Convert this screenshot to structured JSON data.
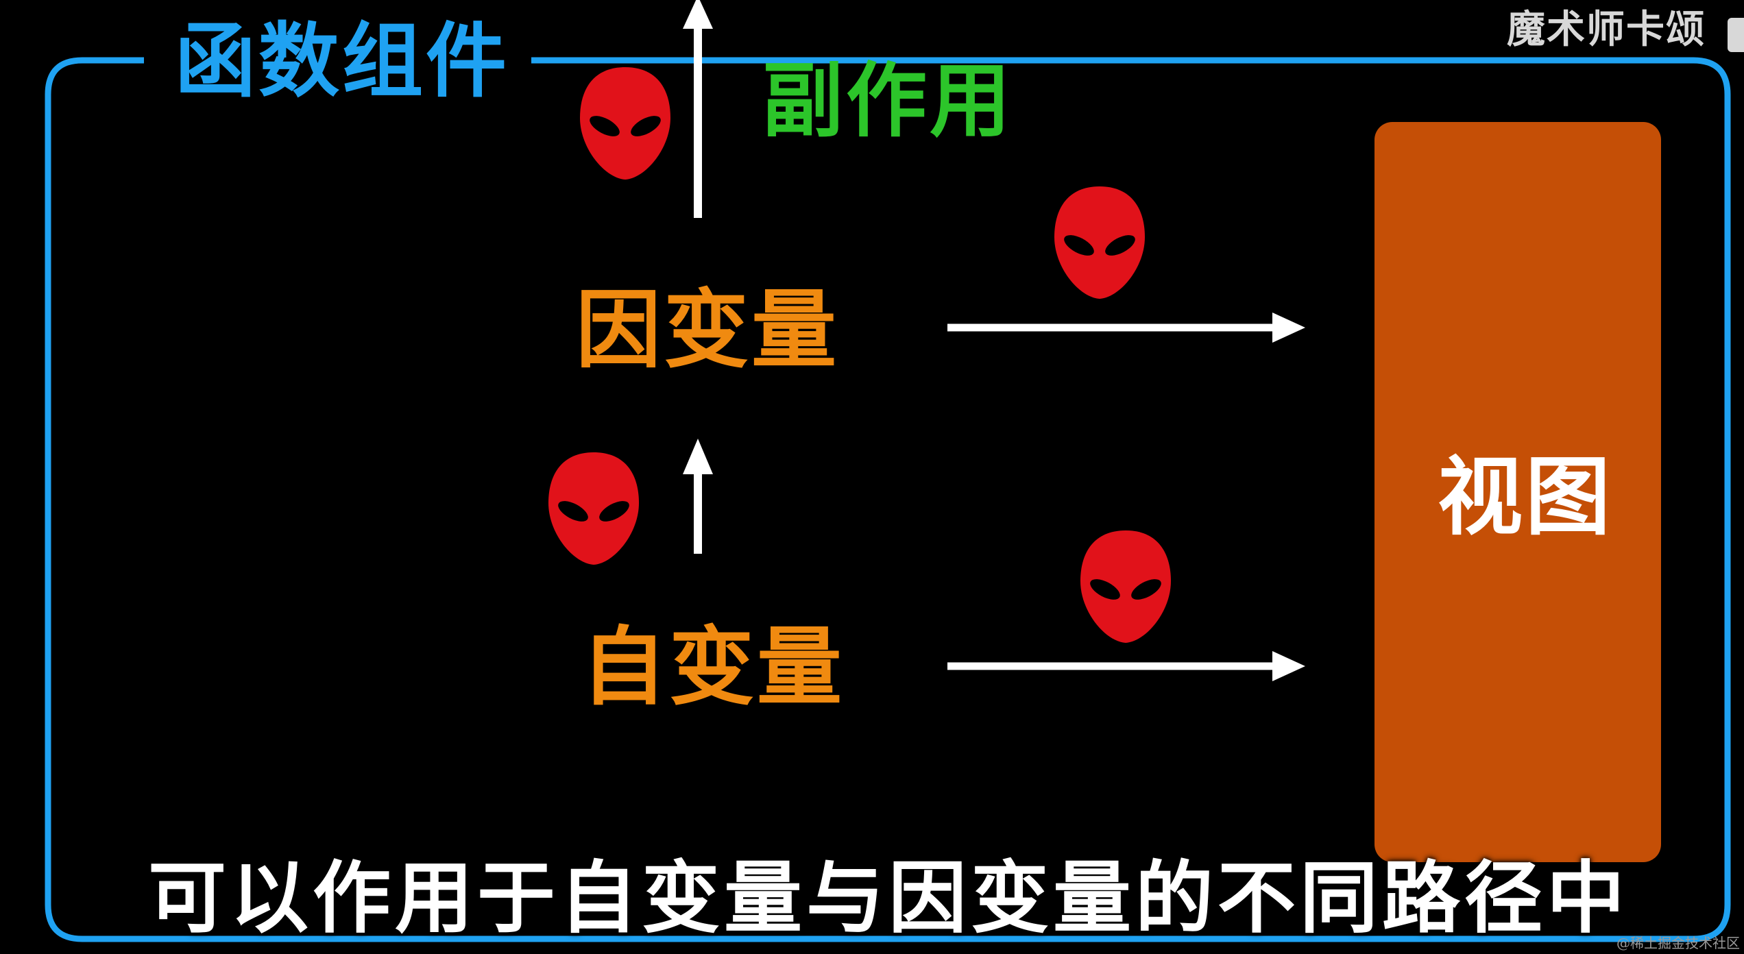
{
  "frame": {
    "title": "函数组件",
    "color": "#1fa2f2"
  },
  "nodes": {
    "side_effect": {
      "label": "副作用",
      "color": "#2cc52a"
    },
    "dependent_variable": {
      "label": "因变量",
      "color": "#f08a10"
    },
    "independent_variable": {
      "label": "自变量",
      "color": "#f08a10"
    },
    "view": {
      "label": "视图",
      "fill": "#c54f06",
      "text_color": "#ffffff"
    }
  },
  "edges": [
    {
      "from": "independent_variable",
      "to": "dependent_variable",
      "marker": "alien-head-icon"
    },
    {
      "from": "dependent_variable",
      "to": "side_effect",
      "marker": "alien-head-icon"
    },
    {
      "from": "dependent_variable",
      "to": "view",
      "marker": "alien-head-icon"
    },
    {
      "from": "independent_variable",
      "to": "view",
      "marker": "alien-head-icon"
    }
  ],
  "colors": {
    "background": "#000000",
    "arrow": "#ffffff",
    "alien_head": "#e1121a",
    "alien_eye": "#000000"
  },
  "subtitle": "可以作用于自变量与因变量的不同路径中",
  "watermark": "魔术师卡颂",
  "platform_credit": "@稀土掘金技术社区"
}
